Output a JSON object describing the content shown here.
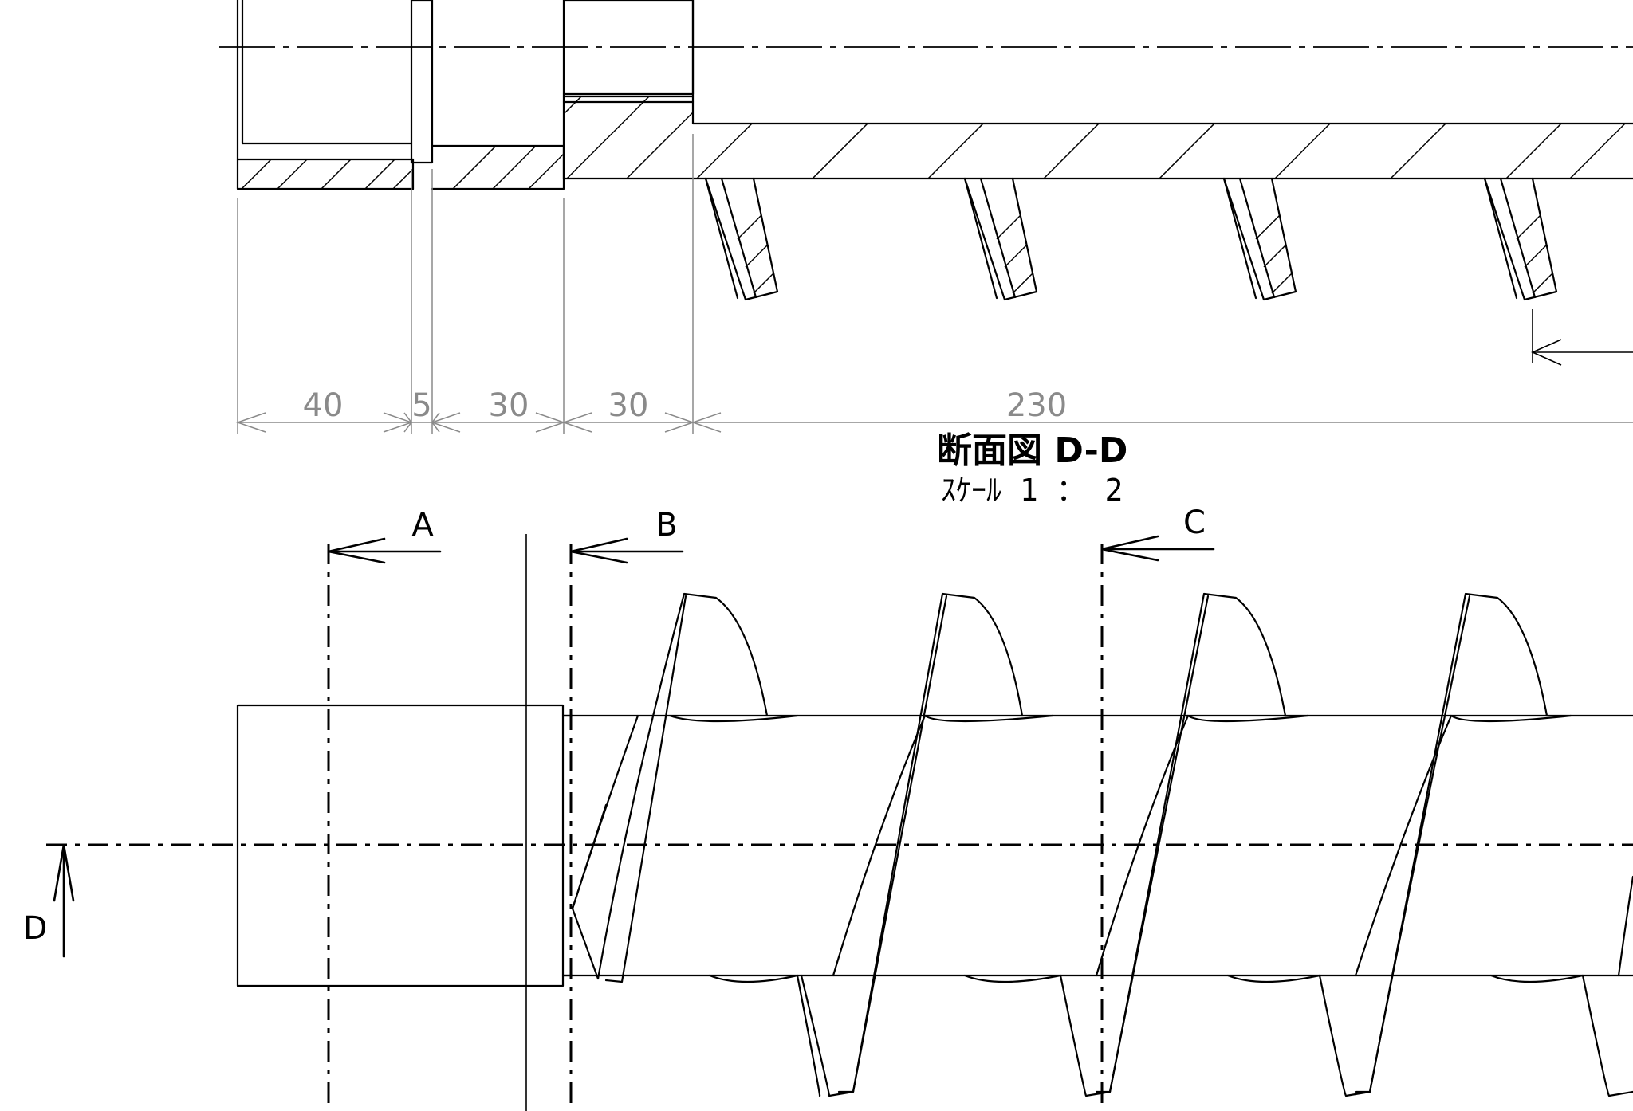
{
  "section_view": {
    "title": "断面図 D-D",
    "scale": "ｽｹｰﾙ 1 ： 2",
    "dimensions": [
      {
        "id": "d1",
        "value": "40"
      },
      {
        "id": "d2",
        "value": "5"
      },
      {
        "id": "d3",
        "value": "30"
      },
      {
        "id": "d4",
        "value": "30"
      },
      {
        "id": "d5",
        "value": "230"
      }
    ]
  },
  "section_markers": {
    "a": "A",
    "b": "B",
    "c": "C",
    "d": "D"
  },
  "colors": {
    "line": "#000000",
    "dimension": "#8a8a8a",
    "background": "#ffffff"
  }
}
